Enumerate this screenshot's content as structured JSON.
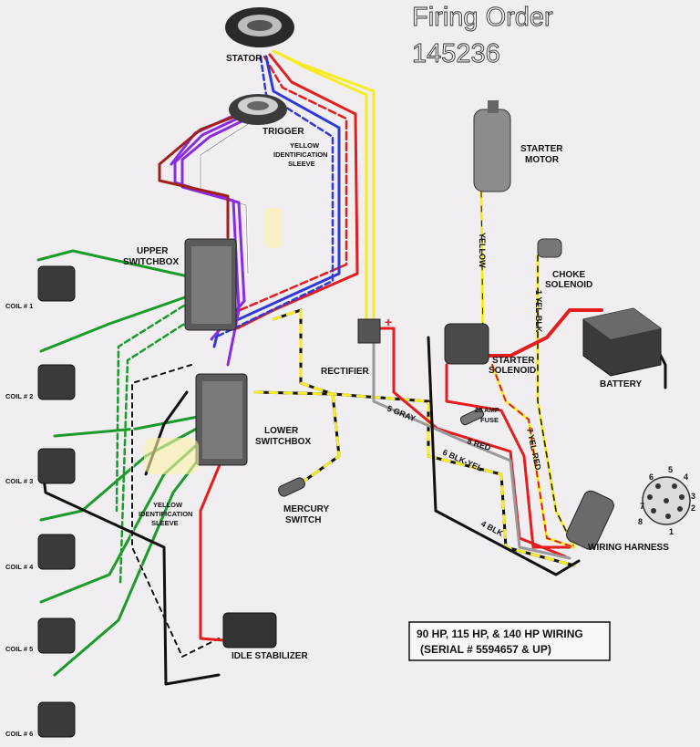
{
  "title": {
    "line1": "Firing Order",
    "line2": "145236"
  },
  "components": {
    "stator": "STATOR",
    "trigger": "TRIGGER",
    "upper_switchbox_1": "UPPER",
    "upper_switchbox_2": "SWITCHBOX",
    "lower_switchbox_1": "LOWER",
    "lower_switchbox_2": "SWITCHBOX",
    "rectifier": "RECTIFIER",
    "starter_motor_1": "STARTER",
    "starter_motor_2": "MOTOR",
    "starter_solenoid_1": "STARTER",
    "starter_solenoid_2": "SOLENOID",
    "choke_solenoid_1": "CHOKE",
    "choke_solenoid_2": "SOLENOID",
    "battery": "BATTERY",
    "fuse_1": "20 AMP",
    "fuse_2": "FUSE",
    "mercury_switch_1": "MERCURY",
    "mercury_switch_2": "SWITCH",
    "wiring_harness": "WIRING HARNESS",
    "idle_stabilizer": "IDLE STABILIZER"
  },
  "sleeve_labels": {
    "top_1": "YELLOW",
    "top_2": "IDENTIFICATION",
    "top_3": "SLEEVE",
    "bottom_1": "YELLOW",
    "bottom_2": "IDENTIFICATION",
    "bottom_3": "SLEEVE"
  },
  "coils": [
    "COIL # 1",
    "COIL # 2",
    "COIL # 3",
    "COIL # 4",
    "COIL # 5",
    "COIL # 6"
  ],
  "wire_labels": {
    "yellow": "YELLOW",
    "yel_blk": "1  YEL-BLK",
    "gray": "5  GRAY",
    "red": "8  RED",
    "blk_yel": "6  BLK-YEL",
    "blk": "4  BLK",
    "yel_red": "7  YEL-RED"
  },
  "plus_sign": "+",
  "connector_pins": [
    "1",
    "2",
    "3",
    "4",
    "5",
    "6",
    "7",
    "8"
  ],
  "note": {
    "line1": "90 HP, 115 HP, & 140 HP WIRING",
    "line2": "(SERIAL # 5594657 & UP)"
  }
}
